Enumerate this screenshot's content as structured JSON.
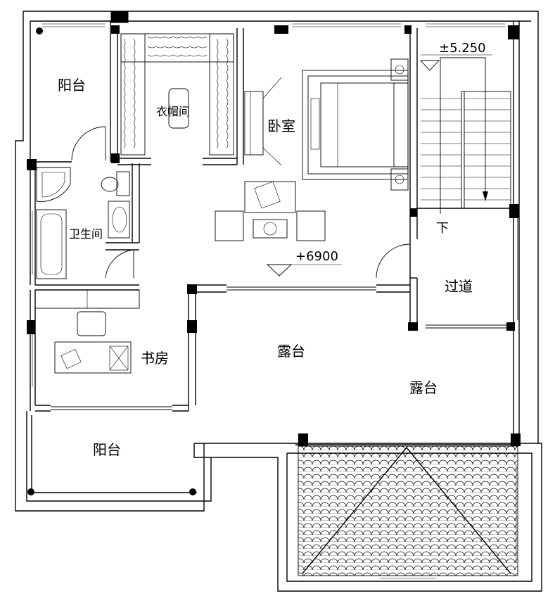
{
  "rooms": {
    "balcony_top": "阳台",
    "cloakroom": "衣帽间",
    "bedroom": "卧室",
    "bathroom": "卫生间",
    "study": "书房",
    "terrace_center": "露台",
    "terrace_right": "露台",
    "corridor": "过道",
    "balcony_bottom": "阳台"
  },
  "elevations": {
    "stair": "±5.250",
    "floor": "+6900"
  },
  "stair": {
    "direction_label": "下"
  }
}
